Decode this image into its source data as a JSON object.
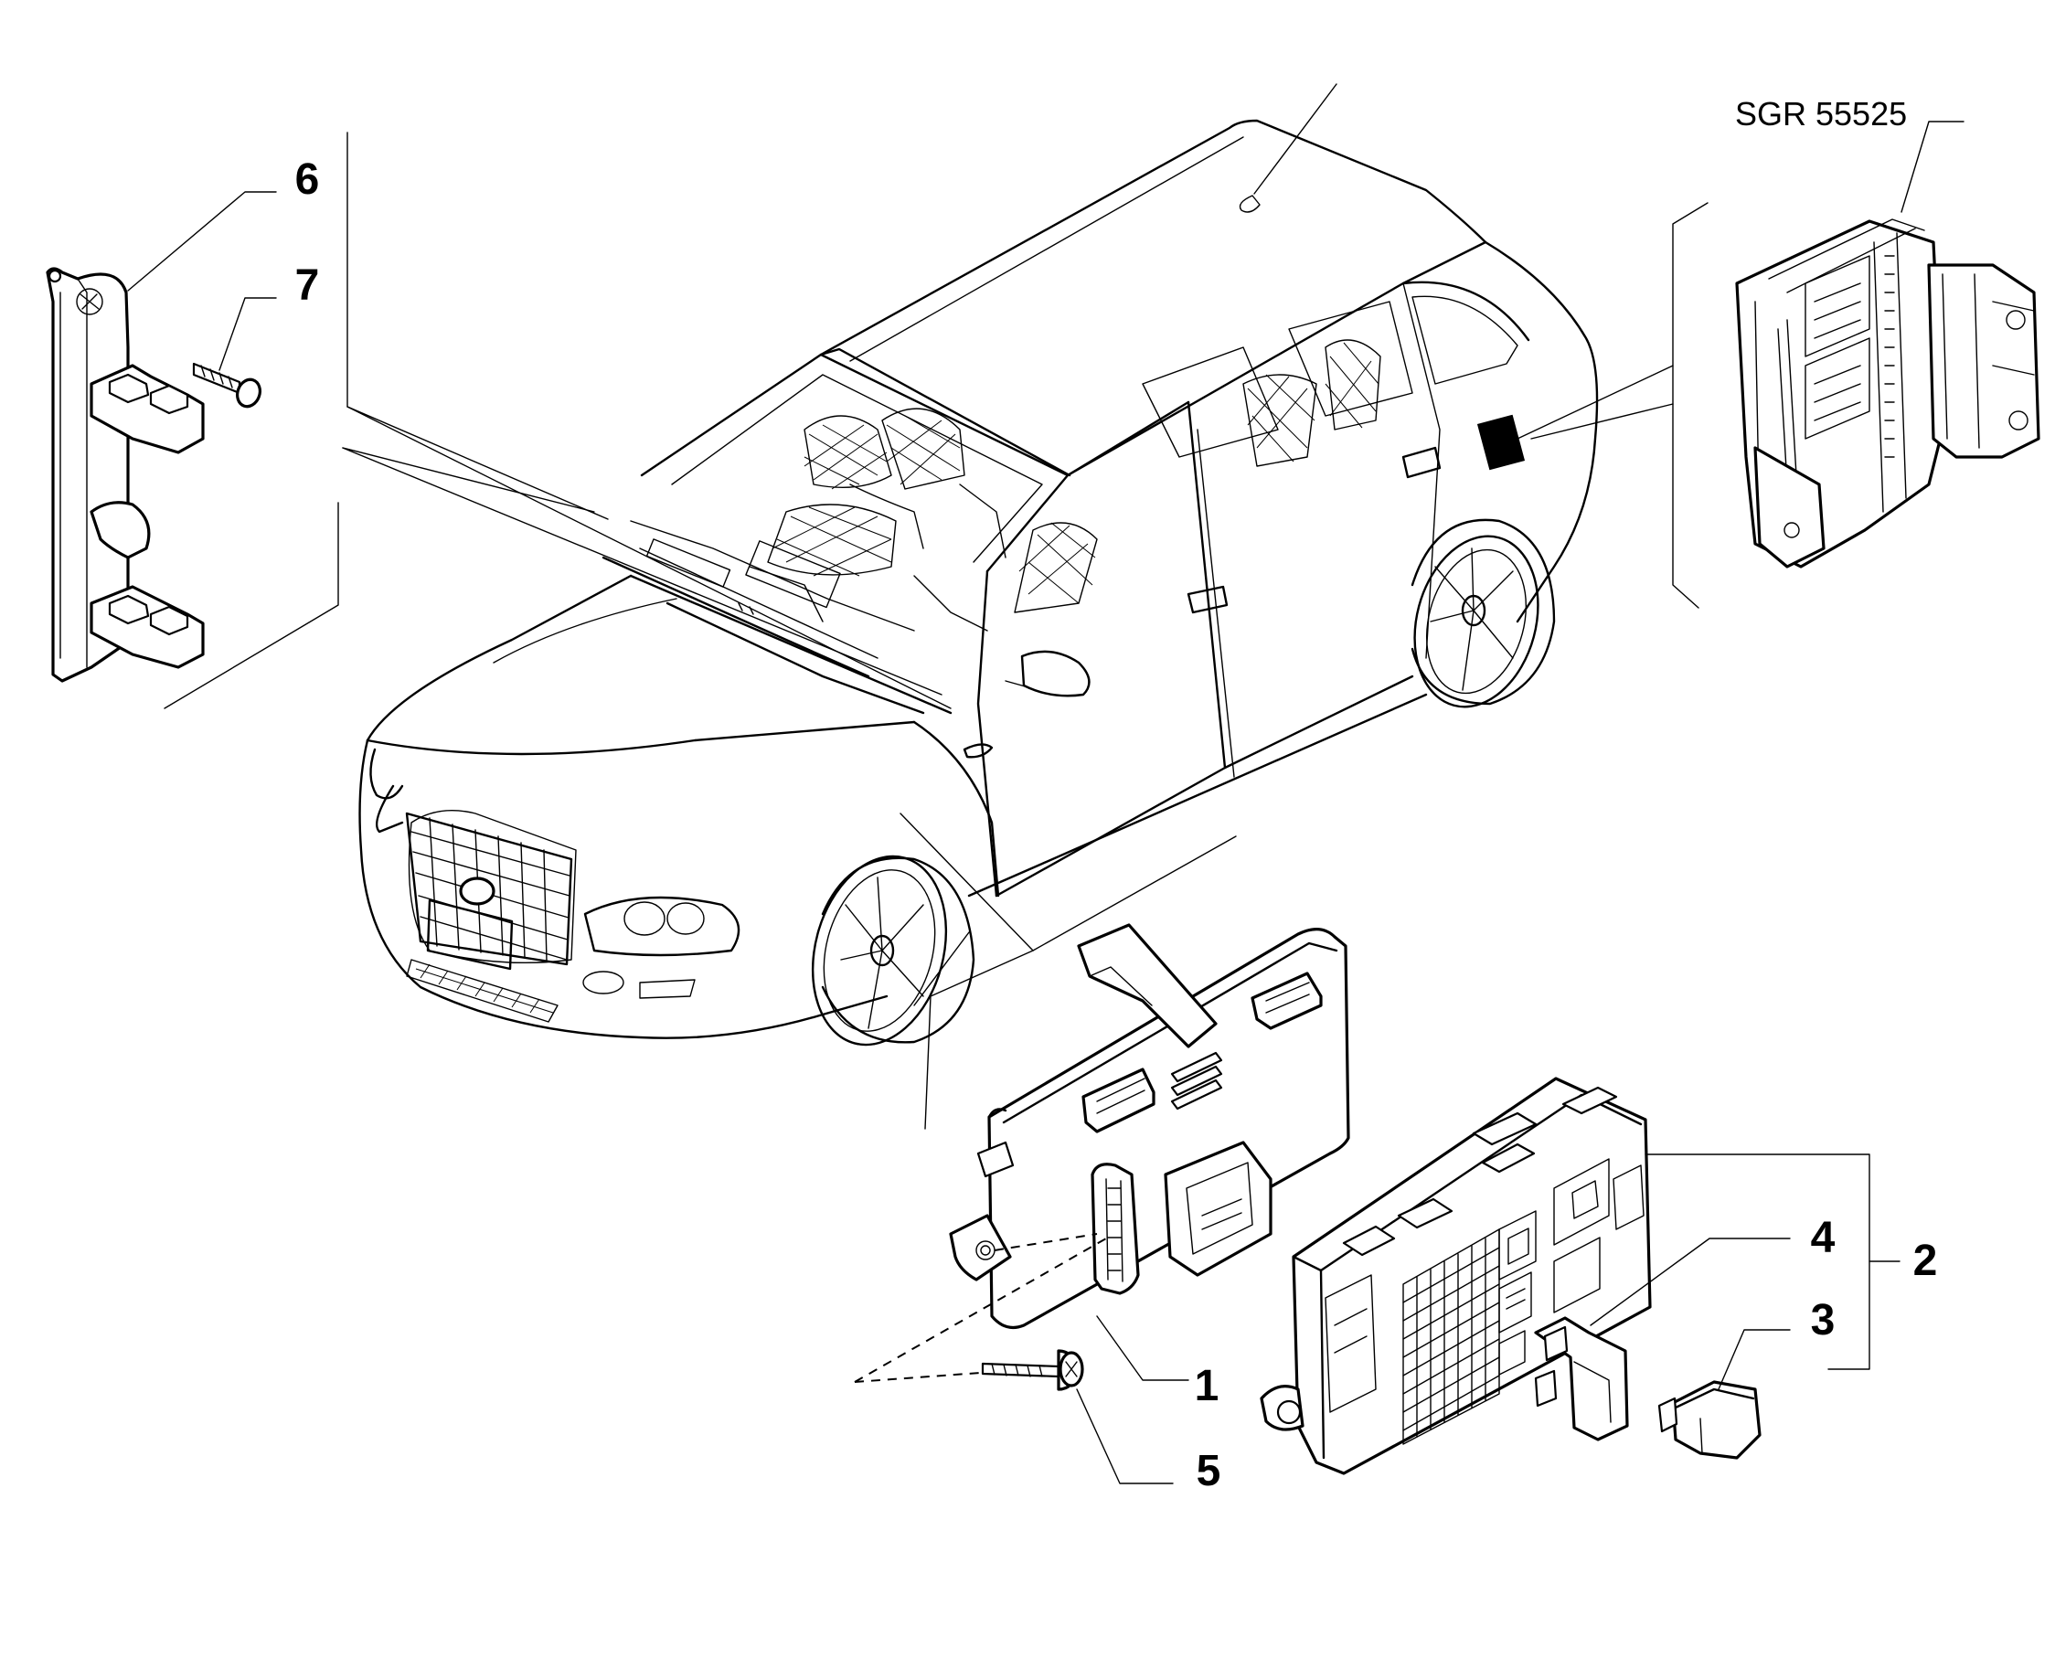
{
  "diagram": {
    "reference_code": "SGR 55525",
    "callouts": [
      {
        "id": "1",
        "label": "1"
      },
      {
        "id": "2",
        "label": "2"
      },
      {
        "id": "3",
        "label": "3"
      },
      {
        "id": "4",
        "label": "4"
      },
      {
        "id": "5",
        "label": "5"
      },
      {
        "id": "6",
        "label": "6"
      },
      {
        "id": "7",
        "label": "7"
      }
    ]
  }
}
